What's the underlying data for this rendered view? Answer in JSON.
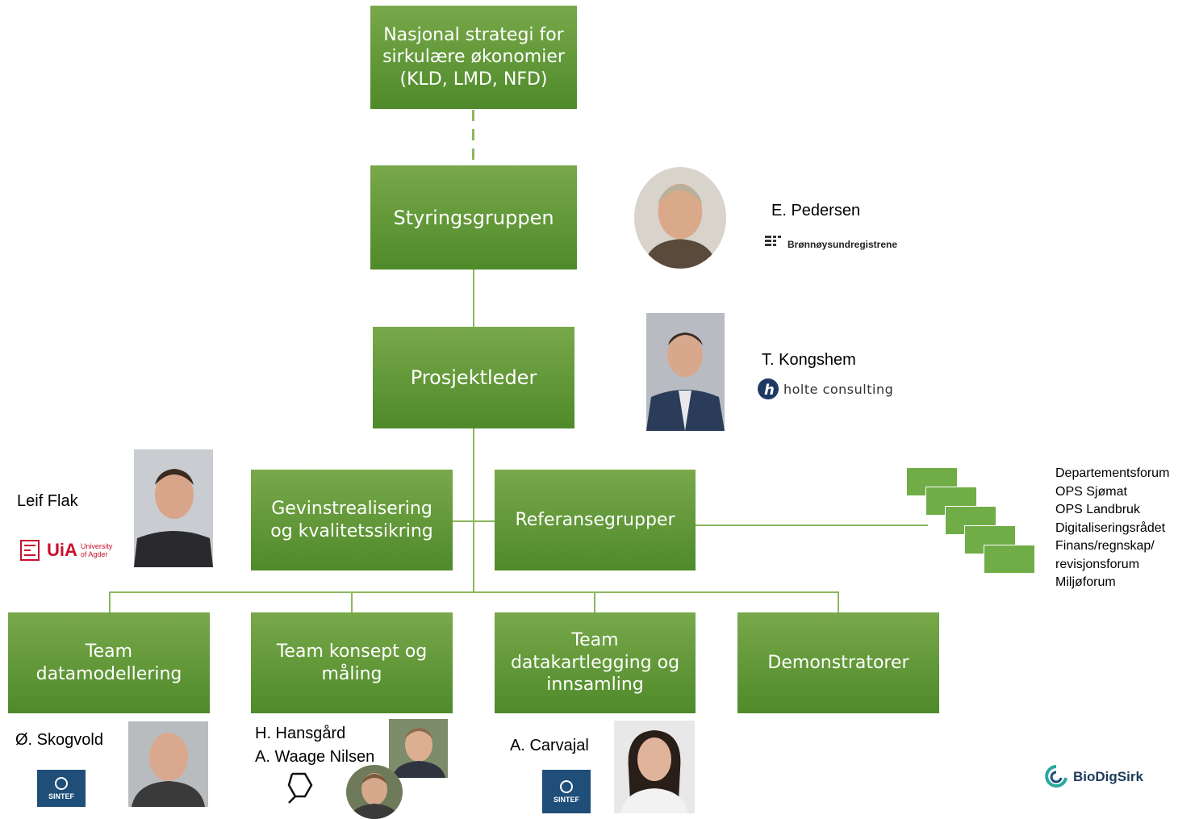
{
  "colors": {
    "box": "#5b9a33",
    "line": "#8bb85e",
    "stack": "#70ad47"
  },
  "boxes": {
    "strategy": "Nasjonal strategi for sirkulære økonomier (KLD, LMD, NFD)",
    "steering": "Styringsgruppen",
    "pm": "Prosjektleder",
    "gevinst": "Gevinstrealisering og kvalitetssikring",
    "referanse": "Referansegrupper",
    "team1": "Team datamodellering",
    "team2": "Team konsept og måling",
    "team3": "Team datakartlegging og innsamling",
    "demo": "Demonstratorer"
  },
  "people": {
    "pedersen": "E. Pedersen",
    "kongshem": "T. Kongshem",
    "flak": "Leif Flak",
    "skogvold": "Ø. Skogvold",
    "hansgard": "H. Hansgård",
    "waage": "A. Waage Nilsen",
    "carvajal": "A. Carvajal"
  },
  "logos": {
    "bronnoysund": "Brønnøysundregistrene",
    "holte": "holte consulting",
    "uia": "UiA",
    "uia_sub1": "University",
    "uia_sub2": "of Agder",
    "sintef": "SINTEF",
    "biodigsirk": "BioDigSirk"
  },
  "reference_groups": [
    "Departementsforum",
    "OPS Sjømat",
    "OPS Landbruk",
    "Digitaliseringsrådet",
    "Finans/regnskap/",
    "revisjonsforum",
    "Miljøforum"
  ]
}
